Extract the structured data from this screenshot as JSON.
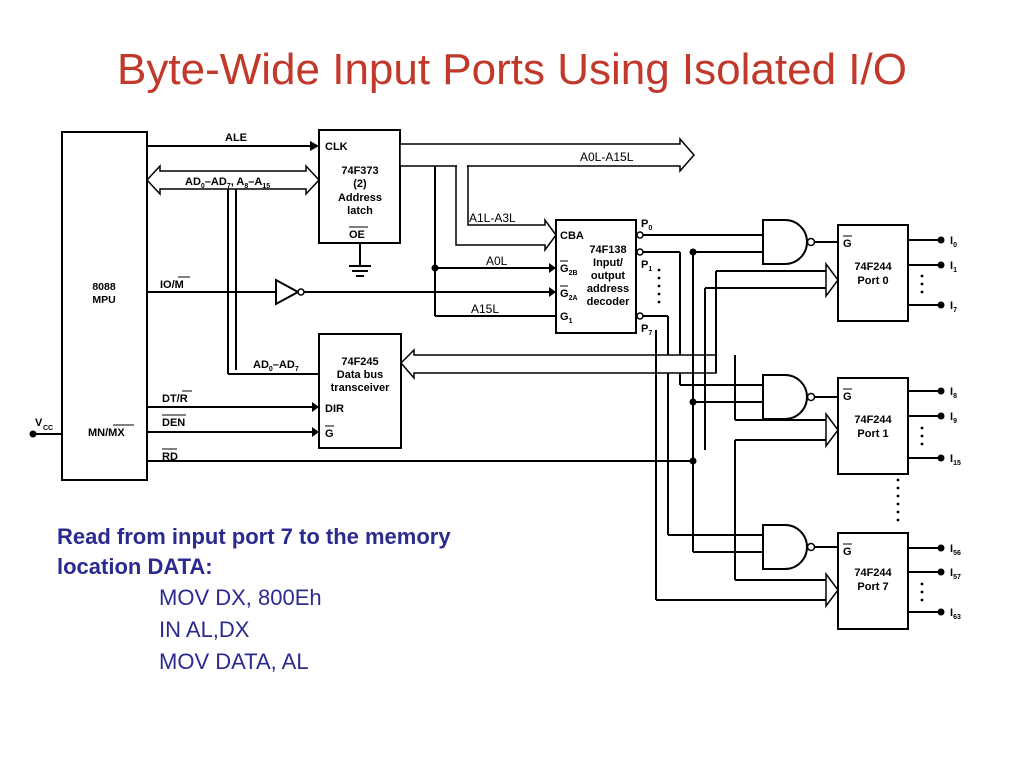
{
  "title": "Byte-Wide Input Ports Using Isolated I/O",
  "diagram": {
    "mpu": {
      "name1": "8088",
      "name2": "MPU"
    },
    "mpu_pins": {
      "io_m": "IO/M",
      "dt_r": "DT/R",
      "den": "DEN",
      "mn_mx": "MN/MX",
      "rd": "RD",
      "vcc": "V",
      "vcc_sub": "CC"
    },
    "signals": {
      "ale": "ALE",
      "ad_bus": "AD",
      "ad_sub_0": "0",
      "ad_dash": "–AD",
      "ad_sub_7": "7",
      "a_part": ", A",
      "a_sub_8": "8",
      "a_dash": "–A",
      "a_sub_15": "15",
      "ad_bus2": "AD",
      "ad2_sub_0": "0",
      "ad2_dash": "–AD",
      "ad2_sub_7": "7",
      "a0l_a15l": "A0L-A15L",
      "a1l_a3l": "A1L-A3L",
      "a0l": "A0L",
      "a15l": "A15L"
    },
    "latch": {
      "clk": "CLK",
      "part": "74F373",
      "count": "(2)",
      "l1": "Address",
      "l2": "latch",
      "oe": "OE"
    },
    "transceiver": {
      "part": "74F245",
      "l1": "Data bus",
      "l2": "transceiver",
      "dir": "DIR",
      "g": "G"
    },
    "decoder": {
      "cba": "CBA",
      "part": "74F138",
      "l1": "Input/",
      "l2": "output",
      "l3": "address",
      "l4": "decoder",
      "g2b": "G",
      "g2b_sub": "2B",
      "g2a": "G",
      "g2a_sub": "2A",
      "g1": "G",
      "g1_sub": "1",
      "p0": "P",
      "p0_sub": "0",
      "p1": "P",
      "p1_sub": "1",
      "p7": "P",
      "p7_sub": "7"
    },
    "ports": [
      {
        "g": "G",
        "part": "74F244",
        "name": "Port 0",
        "in_a": "I",
        "in_a_sub": "0",
        "in_b": "I",
        "in_b_sub": "1",
        "in_c": "I",
        "in_c_sub": "7"
      },
      {
        "g": "G",
        "part": "74F244",
        "name": "Port 1",
        "in_a": "I",
        "in_a_sub": "8",
        "in_b": "I",
        "in_b_sub": "9",
        "in_c": "I",
        "in_c_sub": "15"
      },
      {
        "g": "G",
        "part": "74F244",
        "name": "Port 7",
        "in_a": "I",
        "in_a_sub": "56",
        "in_b": "I",
        "in_b_sub": "57",
        "in_c": "I",
        "in_c_sub": "63"
      }
    ]
  },
  "note": {
    "heading_line1": "Read from input port 7 to the memory",
    "heading_line2": "location DATA:",
    "code": [
      "MOV DX, 800Eh",
      "IN AL,DX",
      "MOV DATA, AL"
    ]
  }
}
